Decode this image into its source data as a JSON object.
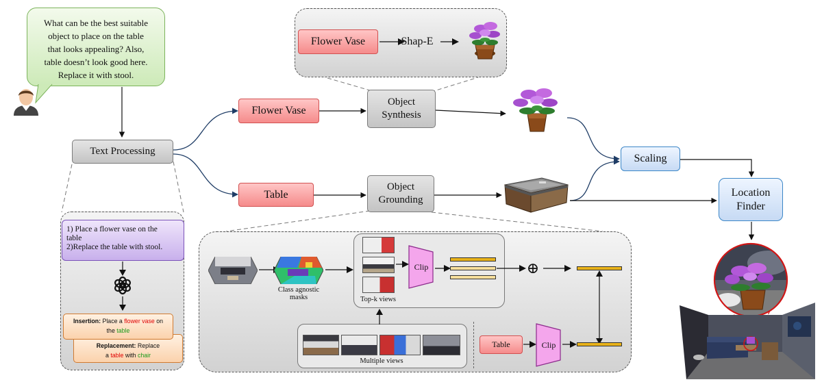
{
  "user_prompt": {
    "line1": "What can be the best suitable",
    "line2": "object to place on the table",
    "line3": "that looks appealing? Also,",
    "line4": "table doesn’t look good here.",
    "line5": "Replace it with stool."
  },
  "nodes": {
    "text_processing": "Text Processing",
    "flower_vase": "Flower Vase",
    "table": "Table",
    "object_synthesis": {
      "line1": "Object",
      "line2": "Synthesis"
    },
    "object_grounding": {
      "line1": "Object",
      "line2": "Grounding"
    },
    "scaling": "Scaling",
    "location_finder": {
      "line1": "Location",
      "line2": "Finder"
    }
  },
  "synthesis_panel": {
    "input": "Flower Vase",
    "model": "Shap-E"
  },
  "text_panel": {
    "instructions": {
      "line1": "1) Place a flower vase on the",
      "line2": "table",
      "line3": "2)Replace the table with stool."
    },
    "insertion": {
      "prefix": "Insertion:",
      "text_a": "Place a",
      "kw_object": "flower vase",
      "text_b": "on",
      "text_c": "the",
      "kw_target": "table"
    },
    "replacement": {
      "prefix": "Replacement:",
      "text_a": "Replace",
      "text_b": "a",
      "kw_old": "table",
      "text_c": "with",
      "kw_new": "chair"
    }
  },
  "grounding_panel": {
    "masks_label": {
      "line1": "Class agnostic",
      "line2": "masks"
    },
    "topk_label": "Top-k views",
    "clip_label": "Clip",
    "multiple_views_label": "Multiple views",
    "query": "Table",
    "clip_label_2": "Clip",
    "plus_symbol": "⊕"
  },
  "icons": [
    "user-avatar-icon",
    "chatgpt-logo-icon",
    "flower-vase-3d-icon",
    "table-3d-icon",
    "room-scene-icon"
  ],
  "colors": {
    "red_box": "#f58b8b",
    "blue_box": "#3b86c7",
    "arrow_curve": "#1f3d66",
    "bar_fill": "#e8b21a",
    "clip_fill": "#f4a6ec"
  }
}
